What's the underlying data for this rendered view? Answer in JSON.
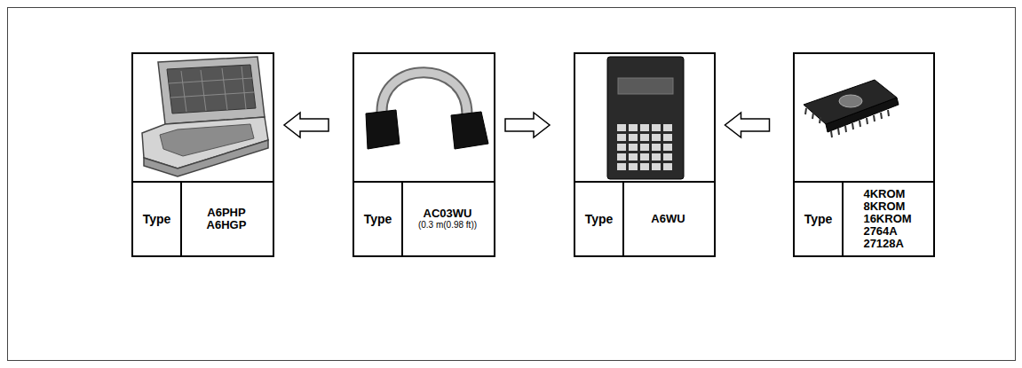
{
  "diagram": {
    "nodes": [
      {
        "text": [
          "Type",
          "A6PHP A6HGP"
        ]
      },
      {
        "text": [
          "Type",
          "AC03WU",
          "(0.3 m(0.98 ft))"
        ]
      },
      {
        "text": [
          "Type",
          "A6WU"
        ]
      },
      {
        "text": [
          "Type",
          "4KROM 8KROM 16KROM 2764A 27128A"
        ]
      }
    ],
    "edges": [
      {
        "from": 1,
        "to": 0,
        "arrow": "to"
      },
      {
        "from": 1,
        "to": 2,
        "arrow": "to"
      },
      {
        "from": 3,
        "to": 2,
        "arrow": "to"
      }
    ]
  }
}
